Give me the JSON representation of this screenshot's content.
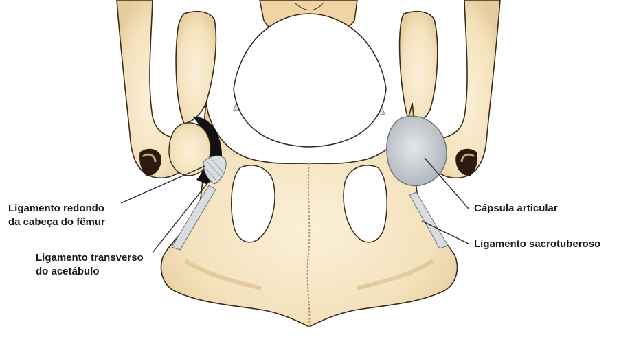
{
  "labels": {
    "round_ligament_line1": "Ligamento redondo",
    "round_ligament_line2": "da cabeça do fêmur",
    "transverse_ligament_line1": "Ligamento transverso",
    "transverse_ligament_line2": "do acetábulo",
    "joint_capsule": "Cápsula articular",
    "sacrotuberous_ligament": "Ligamento sacrotuberoso"
  },
  "colors": {
    "bone": "#f6e6c4",
    "bone_shade": "#e8cfa0",
    "bone_outline": "#3a2a1a",
    "vertebra": "#f0d4a4",
    "ligament": "#d9dde2",
    "capsule": "#c9ced4",
    "femur_head_shadow": "#111111",
    "leader_line": "#2a2a2a",
    "background": "#ffffff"
  },
  "icons": {
    "figure": "canine-hip-joint-ligaments-illustration"
  }
}
